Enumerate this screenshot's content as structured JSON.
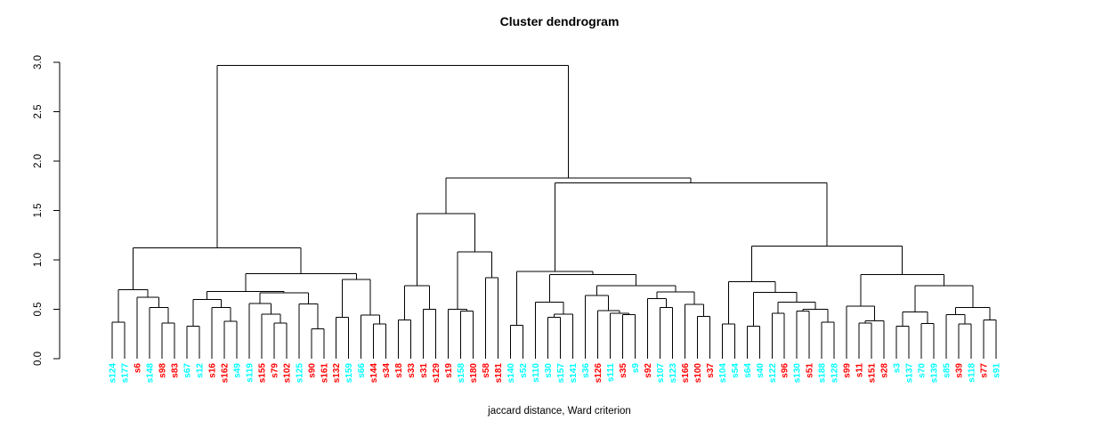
{
  "chart_data": {
    "type": "dendrogram",
    "title": "Cluster dendrogram",
    "xlabel": "jaccard distance, Ward criterion",
    "ylabel": "",
    "ylim": [
      0.0,
      3.0
    ],
    "y_ticks": [
      "0.0",
      "0.5",
      "1.0",
      "1.5",
      "2.0",
      "2.5",
      "3.0"
    ],
    "grid": false,
    "legend": "none",
    "colors": {
      "line": "#000000",
      "cluster_red": "#FF0000",
      "cluster_cyan": "#00FFFF"
    },
    "leaves": [
      {
        "label": "s124",
        "color": "#00FFFF"
      },
      {
        "label": "s177",
        "color": "#00FFFF"
      },
      {
        "label": "s6",
        "color": "#FF0000"
      },
      {
        "label": "s148",
        "color": "#00FFFF"
      },
      {
        "label": "s98",
        "color": "#FF0000"
      },
      {
        "label": "s83",
        "color": "#FF0000"
      },
      {
        "label": "s67",
        "color": "#00FFFF"
      },
      {
        "label": "s12",
        "color": "#00FFFF"
      },
      {
        "label": "s16",
        "color": "#FF0000"
      },
      {
        "label": "s162",
        "color": "#FF0000"
      },
      {
        "label": "s49",
        "color": "#00FFFF"
      },
      {
        "label": "s119",
        "color": "#00FFFF"
      },
      {
        "label": "s155",
        "color": "#FF0000"
      },
      {
        "label": "s79",
        "color": "#FF0000"
      },
      {
        "label": "s102",
        "color": "#FF0000"
      },
      {
        "label": "s125",
        "color": "#00FFFF"
      },
      {
        "label": "s90",
        "color": "#FF0000"
      },
      {
        "label": "s161",
        "color": "#FF0000"
      },
      {
        "label": "s132",
        "color": "#FF0000"
      },
      {
        "label": "s159",
        "color": "#00FFFF"
      },
      {
        "label": "s66",
        "color": "#00FFFF"
      },
      {
        "label": "s144",
        "color": "#FF0000"
      },
      {
        "label": "s34",
        "color": "#FF0000"
      },
      {
        "label": "s18",
        "color": "#FF0000"
      },
      {
        "label": "s33",
        "color": "#FF0000"
      },
      {
        "label": "s31",
        "color": "#FF0000"
      },
      {
        "label": "s129",
        "color": "#FF0000"
      },
      {
        "label": "s19",
        "color": "#FF0000"
      },
      {
        "label": "s158",
        "color": "#00FFFF"
      },
      {
        "label": "s180",
        "color": "#FF0000"
      },
      {
        "label": "s58",
        "color": "#FF0000"
      },
      {
        "label": "s181",
        "color": "#FF0000"
      },
      {
        "label": "s140",
        "color": "#00FFFF"
      },
      {
        "label": "s52",
        "color": "#00FFFF"
      },
      {
        "label": "s110",
        "color": "#00FFFF"
      },
      {
        "label": "s30",
        "color": "#00FFFF"
      },
      {
        "label": "s157",
        "color": "#00FFFF"
      },
      {
        "label": "s141",
        "color": "#00FFFF"
      },
      {
        "label": "s36",
        "color": "#00FFFF"
      },
      {
        "label": "s126",
        "color": "#FF0000"
      },
      {
        "label": "s111",
        "color": "#00FFFF"
      },
      {
        "label": "s35",
        "color": "#FF0000"
      },
      {
        "label": "s9",
        "color": "#00FFFF"
      },
      {
        "label": "s92",
        "color": "#FF0000"
      },
      {
        "label": "s107",
        "color": "#00FFFF"
      },
      {
        "label": "s123",
        "color": "#00FFFF"
      },
      {
        "label": "s166",
        "color": "#FF0000"
      },
      {
        "label": "s100",
        "color": "#FF0000"
      },
      {
        "label": "s37",
        "color": "#FF0000"
      },
      {
        "label": "s104",
        "color": "#00FFFF"
      },
      {
        "label": "s54",
        "color": "#00FFFF"
      },
      {
        "label": "s64",
        "color": "#00FFFF"
      },
      {
        "label": "s40",
        "color": "#00FFFF"
      },
      {
        "label": "s122",
        "color": "#00FFFF"
      },
      {
        "label": "s96",
        "color": "#FF0000"
      },
      {
        "label": "s130",
        "color": "#00FFFF"
      },
      {
        "label": "s51",
        "color": "#FF0000"
      },
      {
        "label": "s188",
        "color": "#00FFFF"
      },
      {
        "label": "s128",
        "color": "#00FFFF"
      },
      {
        "label": "s99",
        "color": "#FF0000"
      },
      {
        "label": "s11",
        "color": "#FF0000"
      },
      {
        "label": "s151",
        "color": "#FF0000"
      },
      {
        "label": "s28",
        "color": "#FF0000"
      },
      {
        "label": "s3",
        "color": "#00FFFF"
      },
      {
        "label": "s137",
        "color": "#00FFFF"
      },
      {
        "label": "s70",
        "color": "#00FFFF"
      },
      {
        "label": "s139",
        "color": "#00FFFF"
      },
      {
        "label": "s85",
        "color": "#00FFFF"
      },
      {
        "label": "s39",
        "color": "#FF0000"
      },
      {
        "label": "s118",
        "color": "#00FFFF"
      },
      {
        "label": "s77",
        "color": "#FF0000"
      },
      {
        "label": "s91",
        "color": "#00FFFF"
      }
    ],
    "tree": {
      "h": 2.97,
      "c": [
        {
          "h": 1.12,
          "c": [
            {
              "h": 0.7,
              "c": [
                {
                  "h": 0.37,
                  "c": [
                    "s124",
                    "s177"
                  ]
                },
                {
                  "h": 0.62,
                  "c": [
                    "s6",
                    {
                      "h": 0.52,
                      "c": [
                        "s148",
                        {
                          "h": 0.36,
                          "c": [
                            "s98",
                            "s83"
                          ]
                        }
                      ]
                    }
                  ]
                }
              ]
            },
            {
              "h": 0.86,
              "c": [
                {
                  "h": 0.68,
                  "c": [
                    {
                      "h": 0.6,
                      "c": [
                        {
                          "h": 0.33,
                          "c": [
                            "s67",
                            "s12"
                          ]
                        },
                        {
                          "h": 0.52,
                          "c": [
                            "s16",
                            {
                              "h": 0.38,
                              "c": [
                                "s162",
                                "s49"
                              ]
                            }
                          ]
                        }
                      ]
                    },
                    {
                      "h": 0.665,
                      "c": [
                        {
                          "h": 0.56,
                          "c": [
                            "s119",
                            {
                              "h": 0.45,
                              "c": [
                                "s155",
                                {
                                  "h": 0.36,
                                  "c": [
                                    "s79",
                                    "s102"
                                  ]
                                }
                              ]
                            }
                          ]
                        },
                        {
                          "h": 0.555,
                          "c": [
                            "s125",
                            {
                              "h": 0.3,
                              "c": [
                                "s90",
                                "s161"
                              ]
                            }
                          ]
                        }
                      ]
                    }
                  ]
                },
                {
                  "h": 0.8,
                  "c": [
                    {
                      "h": 0.42,
                      "c": [
                        "s132",
                        "s159"
                      ]
                    },
                    {
                      "h": 0.44,
                      "c": [
                        "s66",
                        {
                          "h": 0.35,
                          "c": [
                            "s144",
                            "s34"
                          ]
                        }
                      ]
                    }
                  ]
                }
              ]
            }
          ]
        },
        {
          "h": 1.83,
          "c": [
            {
              "h": 1.47,
              "c": [
                {
                  "h": 0.74,
                  "c": [
                    {
                      "h": 0.39,
                      "c": [
                        "s18",
                        "s33"
                      ]
                    },
                    {
                      "h": 0.5,
                      "c": [
                        "s31",
                        "s129"
                      ]
                    }
                  ]
                },
                {
                  "h": 1.08,
                  "c": [
                    {
                      "h": 0.5,
                      "c": [
                        "s19",
                        {
                          "h": 0.48,
                          "c": [
                            "s158",
                            "s180"
                          ]
                        }
                      ]
                    },
                    {
                      "h": 0.82,
                      "c": [
                        "s58",
                        "s181"
                      ]
                    }
                  ]
                }
              ]
            },
            {
              "h": 1.78,
              "c": [
                {
                  "h": 0.885,
                  "c": [
                    {
                      "h": 0.34,
                      "c": [
                        "s140",
                        "s52"
                      ]
                    },
                    {
                      "h": 0.85,
                      "c": [
                        {
                          "h": 0.57,
                          "c": [
                            "s110",
                            {
                              "h": 0.45,
                              "c": [
                                {
                                  "h": 0.42,
                                  "c": [
                                    "s30",
                                    "s157"
                                  ]
                                },
                                "s141"
                              ]
                            }
                          ]
                        },
                        {
                          "h": 0.74,
                          "c": [
                            {
                              "h": 0.64,
                              "c": [
                                "s36",
                                {
                                  "h": 0.485,
                                  "c": [
                                    "s126",
                                    {
                                      "h": 0.46,
                                      "c": [
                                        "s111",
                                        {
                                          "h": 0.445,
                                          "c": [
                                            "s35",
                                            "s9"
                                          ]
                                        }
                                      ]
                                    }
                                  ]
                                }
                              ]
                            },
                            {
                              "h": 0.675,
                              "c": [
                                {
                                  "h": 0.61,
                                  "c": [
                                    "s92",
                                    {
                                      "h": 0.52,
                                      "c": [
                                        "s107",
                                        "s123"
                                      ]
                                    }
                                  ]
                                },
                                {
                                  "h": 0.55,
                                  "c": [
                                    "s166",
                                    {
                                      "h": 0.43,
                                      "c": [
                                        "s100",
                                        "s37"
                                      ]
                                    }
                                  ]
                                }
                              ]
                            }
                          ]
                        }
                      ]
                    }
                  ]
                },
                {
                  "h": 1.14,
                  "c": [
                    {
                      "h": 0.78,
                      "c": [
                        {
                          "h": 0.35,
                          "c": [
                            "s104",
                            "s54"
                          ]
                        },
                        {
                          "h": 0.67,
                          "c": [
                            {
                              "h": 0.33,
                              "c": [
                                "s64",
                                "s40"
                              ]
                            },
                            {
                              "h": 0.57,
                              "c": [
                                {
                                  "h": 0.46,
                                  "c": [
                                    "s122",
                                    "s96"
                                  ]
                                },
                                {
                                  "h": 0.5,
                                  "c": [
                                    {
                                      "h": 0.48,
                                      "c": [
                                        "s130",
                                        "s51"
                                      ]
                                    },
                                    {
                                      "h": 0.37,
                                      "c": [
                                        "s188",
                                        "s128"
                                      ]
                                    }
                                  ]
                                }
                              ]
                            }
                          ]
                        }
                      ]
                    },
                    {
                      "h": 0.85,
                      "c": [
                        {
                          "h": 0.53,
                          "c": [
                            "s99",
                            {
                              "h": 0.385,
                              "c": [
                                {
                                  "h": 0.36,
                                  "c": [
                                    "s11",
                                    "s151"
                                  ]
                                },
                                "s28"
                              ]
                            }
                          ]
                        },
                        {
                          "h": 0.74,
                          "c": [
                            {
                              "h": 0.475,
                              "c": [
                                {
                                  "h": 0.33,
                                  "c": [
                                    "s3",
                                    "s137"
                                  ]
                                },
                                {
                                  "h": 0.355,
                                  "c": [
                                    "s70",
                                    "s139"
                                  ]
                                }
                              ]
                            },
                            {
                              "h": 0.52,
                              "c": [
                                {
                                  "h": 0.445,
                                  "c": [
                                    "s85",
                                    {
                                      "h": 0.35,
                                      "c": [
                                        "s39",
                                        "s118"
                                      ]
                                    }
                                  ]
                                },
                                {
                                  "h": 0.39,
                                  "c": [
                                    "s77",
                                    "s91"
                                  ]
                                }
                              ]
                            }
                          ]
                        }
                      ]
                    }
                  ]
                }
              ]
            }
          ]
        }
      ]
    }
  }
}
